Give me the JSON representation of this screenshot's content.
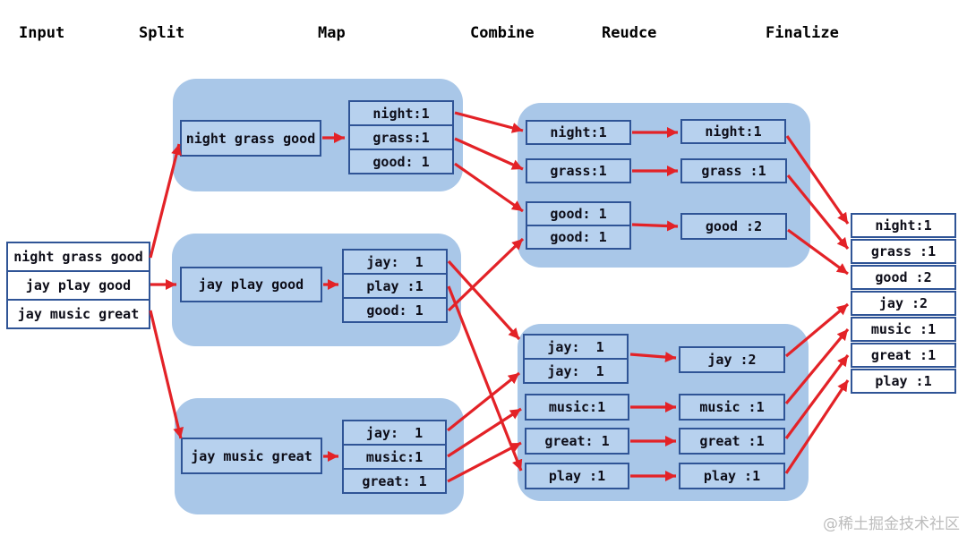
{
  "stages": [
    "Input",
    "Split",
    "Map",
    "Combine",
    "Reudce",
    "Finalize"
  ],
  "input_rows": [
    "night grass good",
    "jay play good",
    "jay music great"
  ],
  "split_boxes": [
    "night grass good",
    "jay play good",
    "jay music great"
  ],
  "map_stacks": {
    "s1": [
      "night:1",
      "grass:1",
      "good: 1"
    ],
    "s2": [
      "jay:  1",
      "play :1",
      "good: 1"
    ],
    "s3": [
      "jay:  1",
      "music:1",
      "great: 1"
    ]
  },
  "combine": {
    "night": "night:1",
    "grass": "grass:1",
    "good1": "good: 1",
    "good2": "good: 1",
    "jay1": "jay:  1",
    "jay2": "jay:  1",
    "music": "music:1",
    "great": "great: 1",
    "play": "play :1"
  },
  "reduce": {
    "night": "night:1",
    "grass": "grass :1",
    "good": "good :2",
    "jay": "jay :2",
    "music": "music :1",
    "great": "great :1",
    "play": "play :1"
  },
  "finalize_rows": [
    "night:1",
    "grass :1",
    "good :2",
    "jay :2",
    "music :1",
    "great :1",
    "play :1"
  ],
  "watermark": "@稀土掘金技术社区",
  "colors": {
    "group_fill": "#a9c7e8",
    "box_fill": "#b7d1ee",
    "border": "#2f5496",
    "arrow": "#e32227",
    "watermark": "#bcbcbc"
  },
  "arrows": [
    [
      168,
      288,
      200,
      161
    ],
    [
      168,
      318,
      197,
      318
    ],
    [
      168,
      347,
      202,
      490
    ],
    [
      360,
      154,
      385,
      154
    ],
    [
      361,
      318,
      378,
      318
    ],
    [
      361,
      510,
      378,
      510
    ],
    [
      508,
      126,
      584,
      146
    ],
    [
      508,
      155,
      584,
      189
    ],
    [
      508,
      183,
      584,
      236
    ],
    [
      501,
      292,
      580,
      379
    ],
    [
      501,
      320,
      582,
      526
    ],
    [
      501,
      347,
      584,
      267
    ],
    [
      500,
      481,
      580,
      417
    ],
    [
      500,
      510,
      582,
      457
    ],
    [
      500,
      538,
      582,
      495
    ],
    [
      706,
      148,
      757,
      148
    ],
    [
      706,
      191,
      757,
      191
    ],
    [
      706,
      251,
      757,
      253
    ],
    [
      704,
      396,
      755,
      400
    ],
    [
      704,
      455,
      755,
      455
    ],
    [
      704,
      493,
      755,
      493
    ],
    [
      704,
      532,
      755,
      532
    ],
    [
      879,
      152,
      947,
      250
    ],
    [
      880,
      196,
      947,
      278
    ],
    [
      880,
      257,
      947,
      306
    ],
    [
      878,
      398,
      947,
      340
    ],
    [
      878,
      451,
      947,
      368
    ],
    [
      878,
      490,
      947,
      397
    ],
    [
      878,
      529,
      947,
      425
    ]
  ]
}
